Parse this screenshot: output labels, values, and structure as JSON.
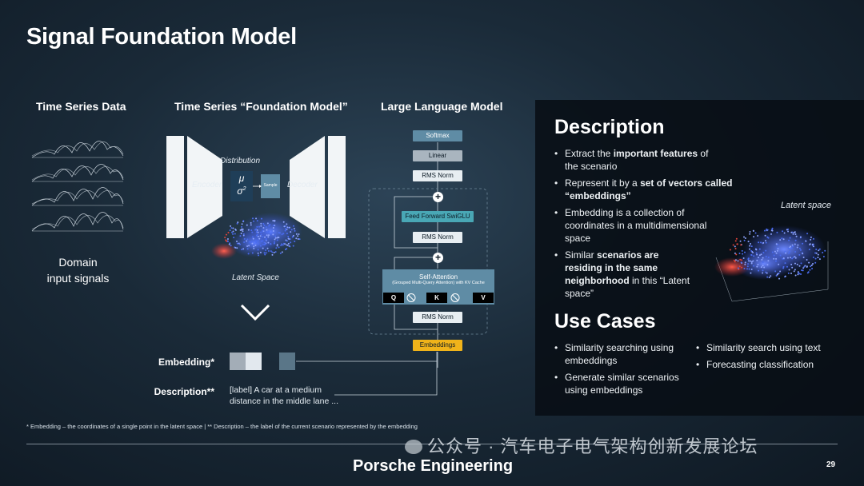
{
  "title": "Signal Foundation Model",
  "columns": {
    "time_series": "Time Series Data",
    "foundation": "Time Series “Foundation Model”",
    "llm": "Large Language Model"
  },
  "domain_label_line1": "Domain",
  "domain_label_line2": "input signals",
  "foundation_model": {
    "encoder": "Encoder",
    "decoder": "Decoder",
    "distribution": "Distribution",
    "mu": "μ",
    "sigma": "σ",
    "sigma_sup": "2",
    "sample": "Sample",
    "latent_space": "Latent Space"
  },
  "llm": {
    "softmax": "Softmax",
    "linear": "Linear",
    "rms_norm_top": "RMS Norm",
    "feed_forward": "Feed Forward SwiGLU",
    "rms_norm_mid": "RMS Norm",
    "self_attention": "Self-Attention",
    "self_attention_sub": "(Grouped Multi-Query Attention) with KV Cache",
    "q": "Q",
    "k": "K",
    "v": "V",
    "rms_norm_bottom": "RMS Norm",
    "embeddings": "Embeddings",
    "plus": "+"
  },
  "embedding_label": "Embedding*",
  "description_label": "Description**",
  "description_value_line1": "[label] A car at a medium",
  "description_value_line2": "distance in the middle lane ...",
  "embedding_colors": [
    "#a3adb7",
    "#e2e8ee",
    "#5a7688"
  ],
  "description": {
    "heading": "Description",
    "bullets": [
      {
        "pre": "Extract the ",
        "bold": "important features",
        "post": " of the scenario"
      },
      {
        "pre": "Represent it by a ",
        "bold": "set of vectors called “embeddings”",
        "post": ""
      },
      {
        "pre": "Embedding is a collection of coordinates in a multidimensional space",
        "bold": "",
        "post": ""
      },
      {
        "pre": "Similar ",
        "bold": "scenarios are residing in the same neighborhood",
        "post": " in this “Latent space”"
      }
    ],
    "latent_space_label": "Latent space"
  },
  "use_cases": {
    "heading": "Use Cases",
    "left": [
      "Similarity searching using embeddings",
      "Generate similar scenarios using embeddings"
    ],
    "right": [
      "Similarity search using text",
      "Forecasting classification"
    ]
  },
  "footnote": "* Embedding – the coordinates of a single point in the latent space | ** Description – the label of the current scenario represented by the embedding",
  "brand": "Porsche Engineering",
  "watermark": "公众号 · 汽车电子电气架构创新发展论坛",
  "page_number": "29",
  "colors": {
    "accent_yellow": "#f0b31a",
    "accent_teal": "#49a7b5",
    "latent_blue": "#4a6cf0",
    "latent_red": "#e0443a"
  }
}
